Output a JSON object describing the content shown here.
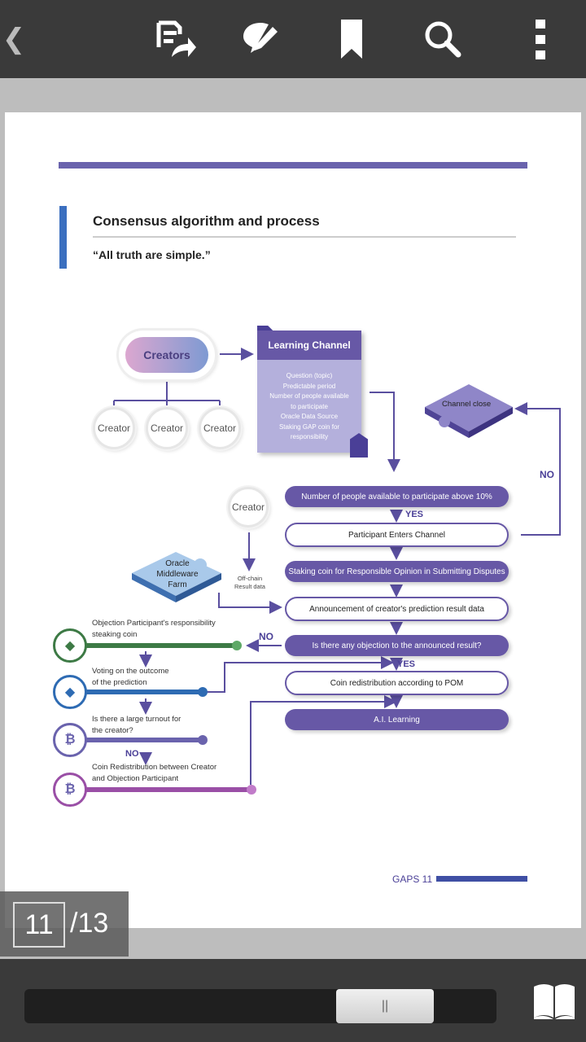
{
  "toolbar": {
    "back_icon": "chevron-left-icon",
    "icons": [
      "share-document-icon",
      "annotate-icon",
      "bookmark-icon",
      "search-icon",
      "more-vertical-icon"
    ]
  },
  "document": {
    "title": "Consensus algorithm and process",
    "subtitle": "“All truth are simple.”",
    "footer_label": "GAPS 11"
  },
  "diagram": {
    "creators": "Creators",
    "creator_nodes": [
      "Creator",
      "Creator",
      "Creator"
    ],
    "learning_channel": {
      "title": "Learning Channel",
      "lines": [
        "Question (topic)",
        "Predictable period",
        "Number of people available",
        "to participate",
        "Oracle Data Source",
        "Staking GAP coin for",
        "responsibility"
      ]
    },
    "channel_close": "Channel close",
    "no_right": "NO",
    "step_people": "Number of people available to participate above 10%",
    "yes_1": "YES",
    "step_enters": "Participant Enters Channel",
    "creator_single": "Creator",
    "oracle": "Oracle Middleware Farm",
    "offchain": "Off-chain Result data",
    "step_staking": "Staking coin for Responsible Opinion in Submitting Disputes",
    "step_announce": "Announcement of creator's prediction result data",
    "step_objection": "Is there any objection to the announced result?",
    "no_left": "NO",
    "yes_2": "YES",
    "step_redistribute": "Coin redistribution according to POM",
    "step_ai": "A.I. Learning",
    "left_steps": [
      {
        "line1": "Objection Participant's responsibility",
        "line2": "steaking coin"
      },
      {
        "line1": "Voting on the outcome",
        "line2": "of the prediction"
      },
      {
        "line1": "Is there a large turnout for",
        "line2": "the creator?"
      },
      {
        "line1": "Coin Redistribution between Creator",
        "line2": "and Objection Participant"
      }
    ],
    "no_bottom": "NO"
  },
  "pager": {
    "current": "11",
    "total": "/13"
  },
  "bottom": {
    "slider_thumb": "||",
    "book_icon": "open-book-icon"
  },
  "colors": {
    "accent": "#6758a6",
    "green": "#3d7a45",
    "blue": "#2e6bb3",
    "violet": "#6a63ad",
    "magenta": "#9a4fa6"
  }
}
